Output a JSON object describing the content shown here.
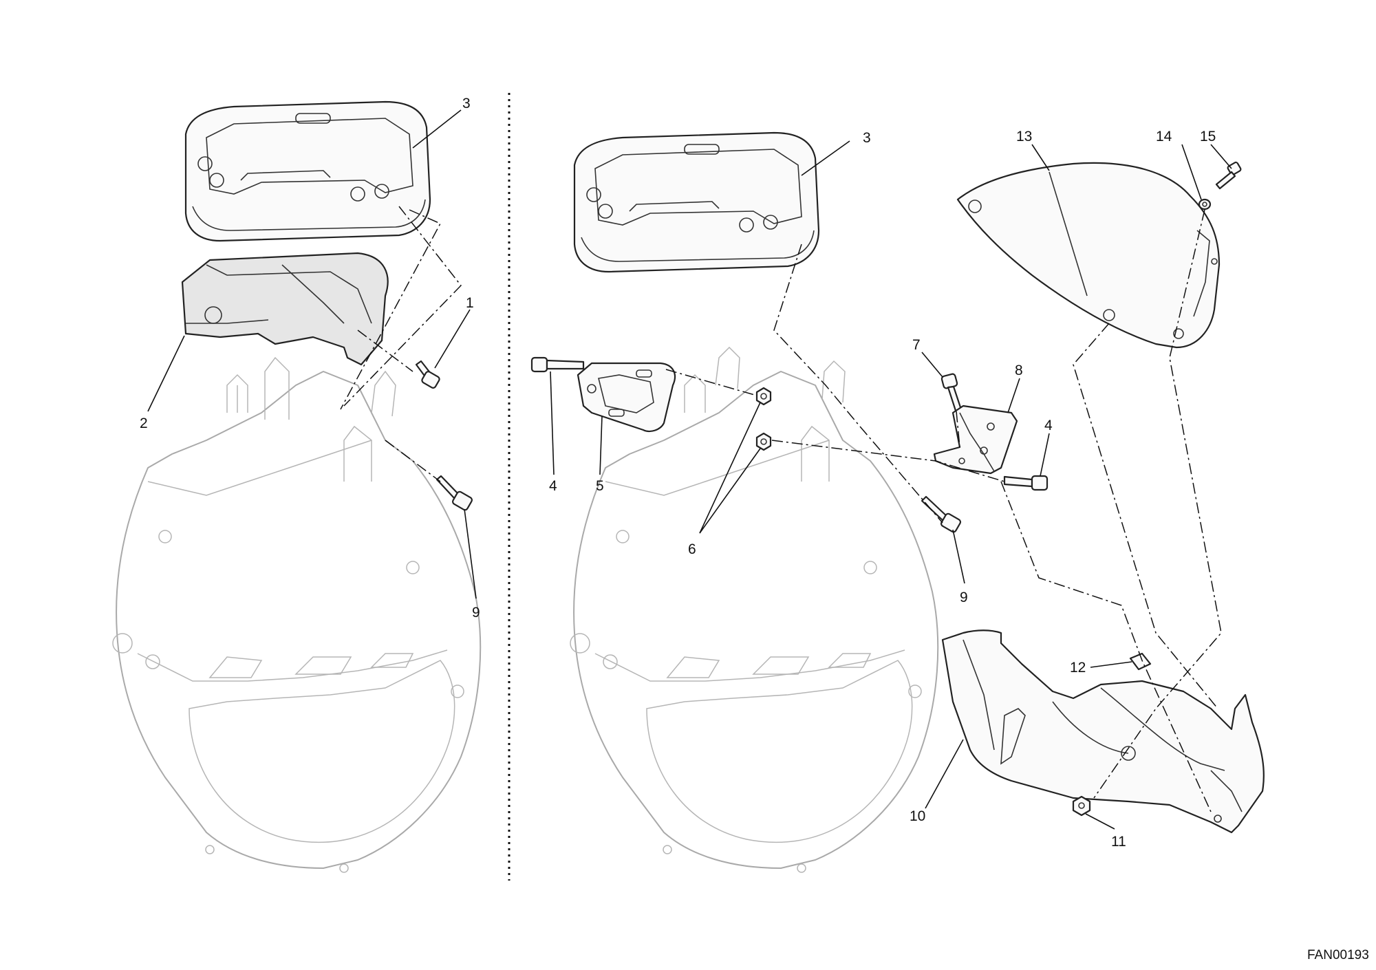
{
  "drawing_code": "FAN00193",
  "callouts_left": [
    {
      "id": "cl-3",
      "label": "3"
    },
    {
      "id": "cl-1",
      "label": "1"
    },
    {
      "id": "cl-2",
      "label": "2"
    },
    {
      "id": "cl-9",
      "label": "9"
    }
  ],
  "callouts_right": [
    {
      "id": "cr-3",
      "label": "3"
    },
    {
      "id": "cr-13",
      "label": "13"
    },
    {
      "id": "cr-14",
      "label": "14"
    },
    {
      "id": "cr-15",
      "label": "15"
    },
    {
      "id": "cr-7",
      "label": "7"
    },
    {
      "id": "cr-8",
      "label": "8"
    },
    {
      "id": "cr-4a",
      "label": "4"
    },
    {
      "id": "cr-5",
      "label": "5"
    },
    {
      "id": "cr-4b",
      "label": "4"
    },
    {
      "id": "cr-6",
      "label": "6"
    },
    {
      "id": "cr-9",
      "label": "9"
    },
    {
      "id": "cr-12",
      "label": "12"
    },
    {
      "id": "cr-10",
      "label": "10"
    },
    {
      "id": "cr-11",
      "label": "11"
    }
  ]
}
